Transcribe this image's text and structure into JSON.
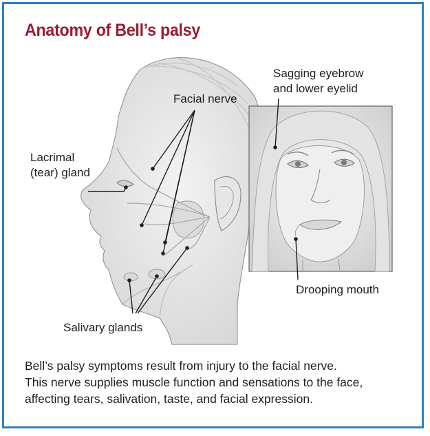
{
  "title": "Anatomy of Bell’s palsy",
  "labels": {
    "facial_nerve": "Facial nerve",
    "lacrimal_line1": "Lacrimal",
    "lacrimal_line2": "(tear) gland",
    "sagging_line1": "Sagging eyebrow",
    "sagging_line2": "and lower eyelid",
    "drooping_mouth": "Drooping mouth",
    "salivary_glands": "Salivary glands"
  },
  "description": [
    "Bell’s palsy symptoms result from injury to the facial nerve.",
    "This nerve supplies muscle function and sensations to the face,",
    "affecting tears, salivation, taste, and facial expression."
  ],
  "colors": {
    "border": "#2f7fc1",
    "title": "#9b1b30"
  }
}
